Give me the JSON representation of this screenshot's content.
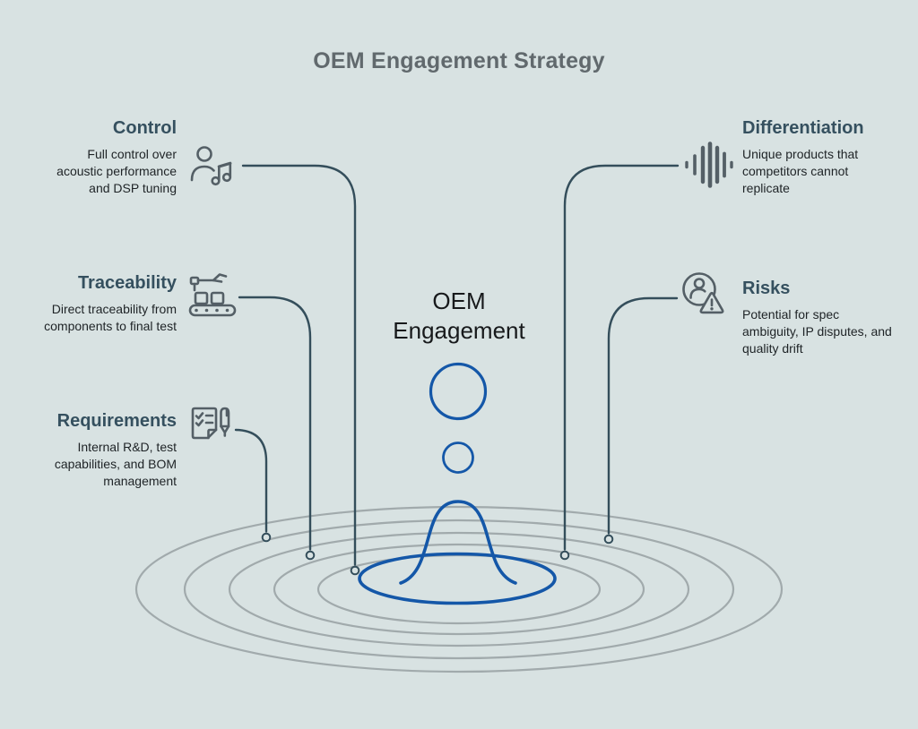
{
  "title": "OEM Engagement Strategy",
  "center": {
    "line1": "OEM",
    "line2": "Engagement"
  },
  "items": [
    {
      "label": "Control",
      "description": "Full control over acoustic performance and DSP tuning",
      "icon": "person-music-icon",
      "side": "left"
    },
    {
      "label": "Traceability",
      "description": "Direct traceability from components to final test",
      "icon": "conveyor-robot-icon",
      "side": "left"
    },
    {
      "label": "Requirements",
      "description": "Internal R&D, test capabilities, and BOM management",
      "icon": "checklist-pen-icon",
      "side": "left"
    },
    {
      "label": "Differentiation",
      "description": "Unique products that competitors cannot replicate",
      "icon": "waveform-icon",
      "side": "right"
    },
    {
      "label": "Risks",
      "description": "Potential for spec ambiguity, IP disputes, and quality drift",
      "icon": "person-warning-icon",
      "side": "right"
    }
  ],
  "colors": {
    "background": "#d8e2e2",
    "title": "#61696d",
    "heading": "#35505f",
    "body_text": "#1e2326",
    "connector": "#344e5b",
    "icon": "#545f66",
    "ripple": "#a1aaac",
    "droplet_blue": "#1457a8"
  }
}
